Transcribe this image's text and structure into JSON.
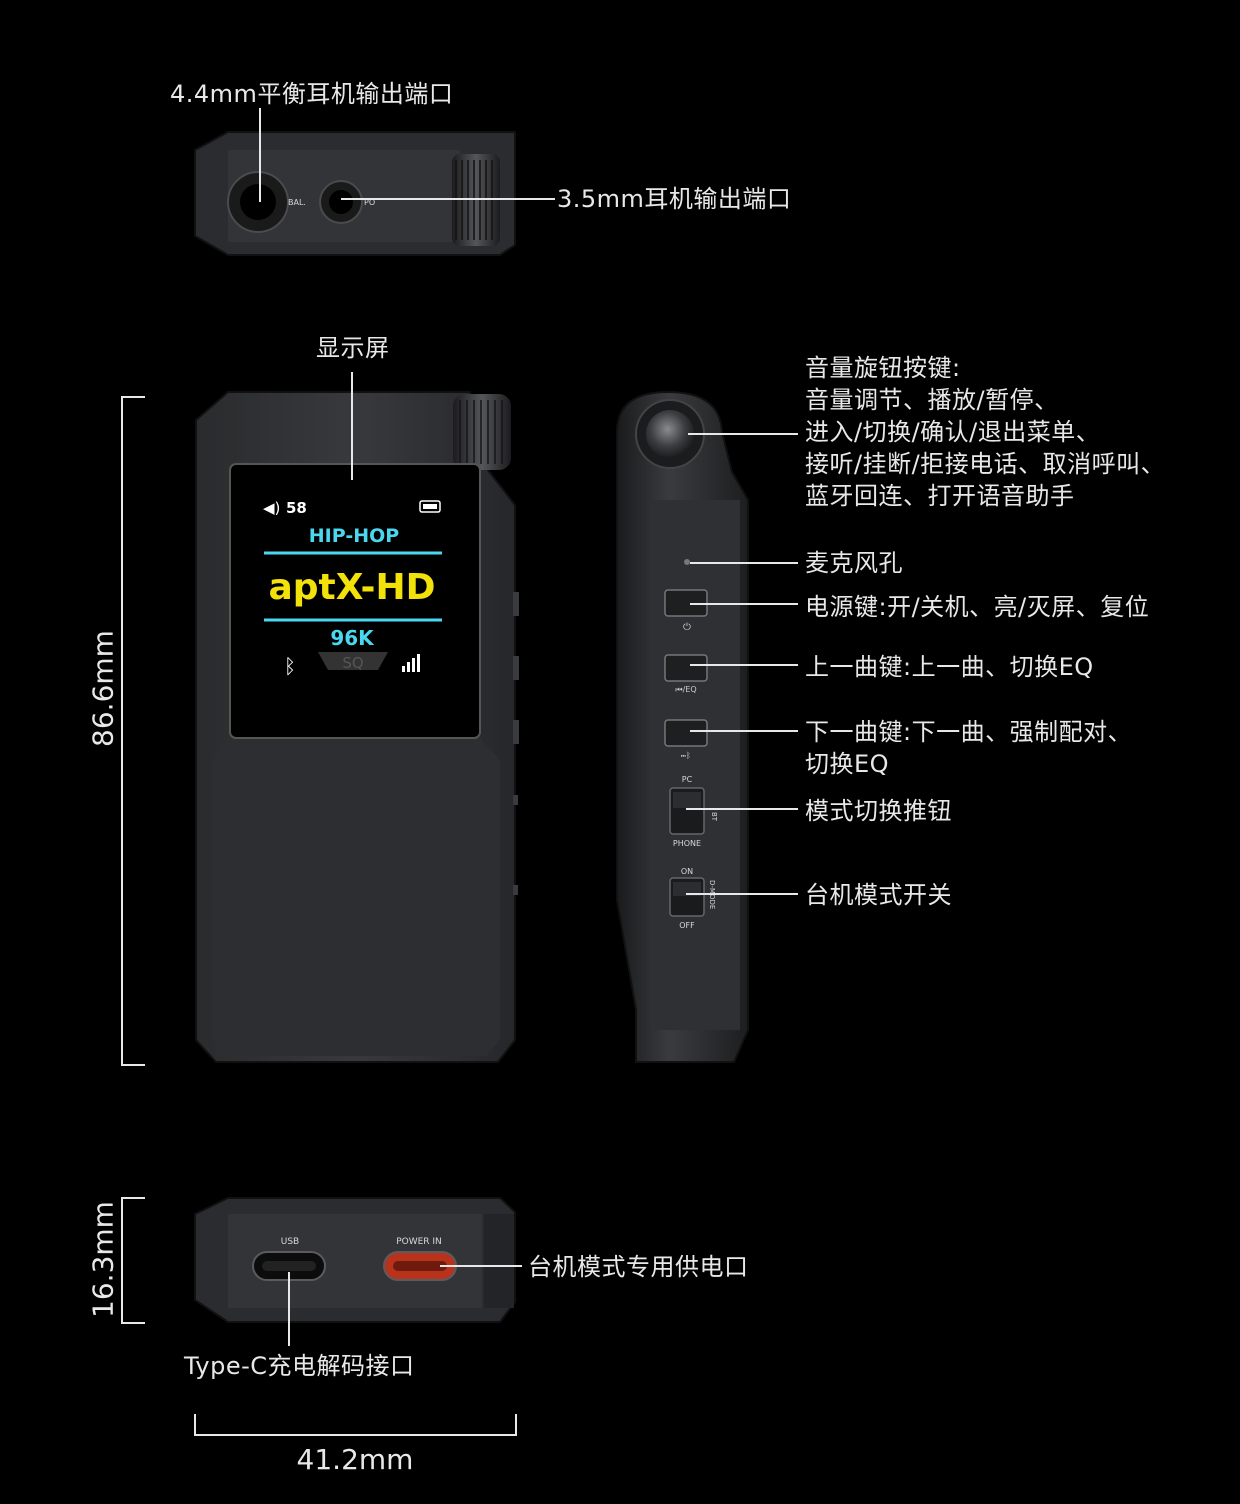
{
  "labels": {
    "bal_port": "4.4mm平衡耳机输出端口",
    "po_port": "3.5mm耳机输出端口",
    "screen": "显示屏",
    "knob": "音量旋钮按键:\n音量调节、播放/暂停、\n进入/切换/确认/退出菜单、\n接听/挂断/拒接电话、取消呼叫、\n蓝牙回连、打开语音助手",
    "mic": "麦克风孔",
    "power_key": "电源键:开/关机、亮/灭屏、复位",
    "prev_key": "上一曲键:上一曲、切换EQ",
    "next_key": "下一曲键:下一曲、强制配对、\n切换EQ",
    "mode_switch": "模式切换推钮",
    "desktop_switch": "台机模式开关",
    "power_in_port": "台机模式专用供电口",
    "typec_port": "Type-C充电解码接口"
  },
  "dimensions": {
    "height": "86.6mm",
    "depth": "16.3mm",
    "width": "41.2mm"
  },
  "device_marks": {
    "bal": "BAL.",
    "po": "PO",
    "usb": "USB",
    "power_in": "POWER IN",
    "pc": "PC",
    "phone": "PHONE",
    "bt": "BT",
    "on": "ON",
    "off": "OFF",
    "dmode": "D-MODE"
  },
  "screen_ui": {
    "volume": "58",
    "genre": "HIP-HOP",
    "codec": "aptX-HD",
    "rate": "96K",
    "quality": "SQ"
  },
  "colors": {
    "accent_yellow": "#f2e20a",
    "accent_cyan": "#4ad7f0",
    "power_in_red": "#b8321c"
  }
}
